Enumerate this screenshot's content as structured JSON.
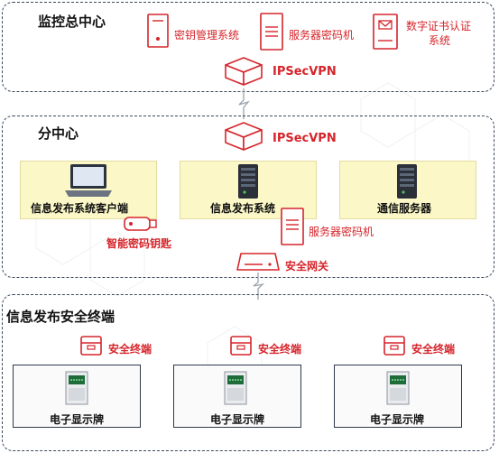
{
  "hq": {
    "title": "监控总中心",
    "key_system": "密钥管理系统",
    "crypto_server": "服务器密码机",
    "cert_system_line1": "数字证书认证",
    "cert_system_line2": "系统",
    "vpn": "IPSecVPN"
  },
  "branch": {
    "title": "分中心",
    "vpn": "IPSecVPN",
    "client": "信息发布系统客户端",
    "pub_system": "信息发布系统",
    "comm_server": "通信服务器",
    "crypto_server": "服务器密码机",
    "usb_key": "智能密码钥匙",
    "gateway": "安全网关"
  },
  "terminals": {
    "title": "信息发布安全终端",
    "items": [
      {
        "label": "安全终端",
        "display": "电子显示牌"
      },
      {
        "label": "安全终端",
        "display": "电子显示牌"
      },
      {
        "label": "安全终端",
        "display": "电子显示牌"
      }
    ]
  },
  "colors": {
    "accent": "#d5252b",
    "zone_border": "#3b4a5c",
    "box_fill": "#fbf7c6"
  }
}
